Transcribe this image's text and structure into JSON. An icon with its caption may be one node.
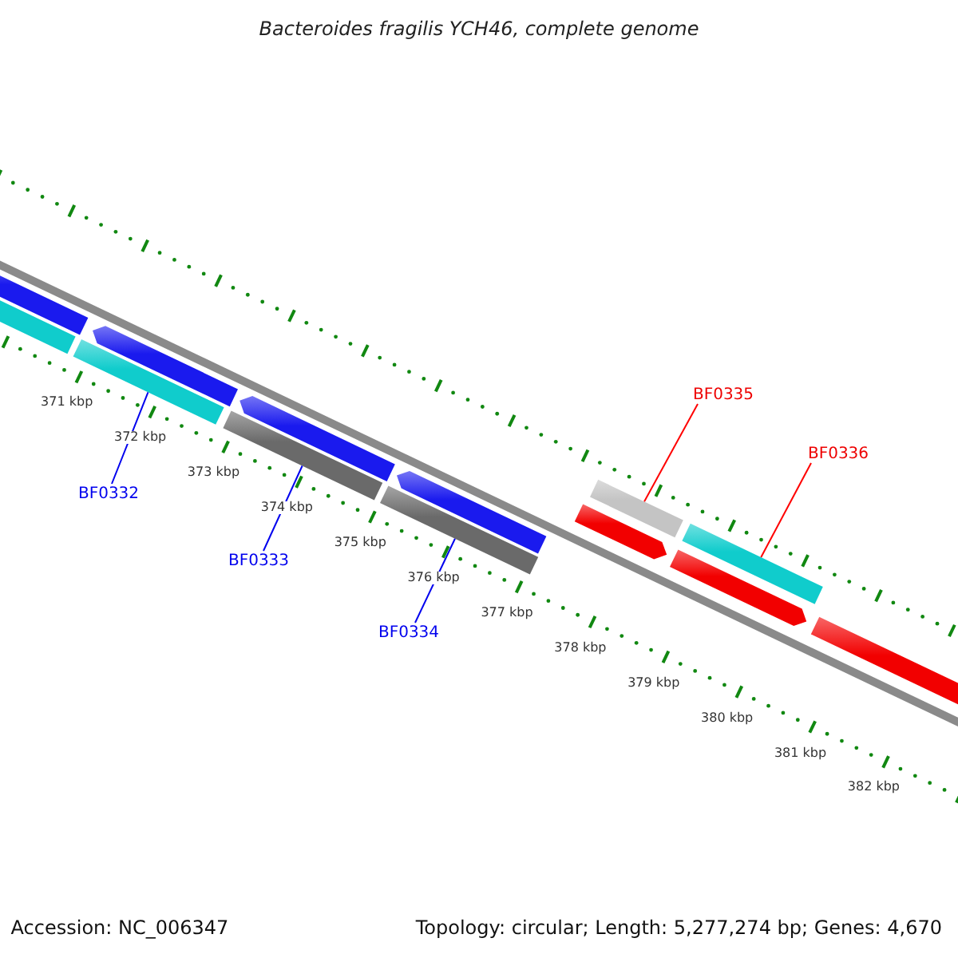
{
  "diagram": {
    "title": "Bacteroides fragilis YCH46, complete genome",
    "nodes": [
      {
        "text": [
          "BF0332"
        ]
      },
      {
        "text": [
          "BF0333"
        ]
      },
      {
        "text": [
          "BF0334"
        ]
      },
      {
        "text": [
          "BF0335"
        ]
      },
      {
        "text": [
          "BF0336"
        ]
      },
      {
        "text": [],
        "shape": "bar"
      },
      {
        "text": [],
        "shape": "bar"
      },
      {
        "text": [],
        "shape": "bar"
      },
      {
        "text": [],
        "shape": "bar"
      },
      {
        "text": [],
        "shape": "bar"
      },
      {
        "text": [],
        "shape": "bar"
      },
      {
        "text": [],
        "shape": "bar"
      },
      {
        "text": [],
        "shape": "bar"
      },
      {
        "text": [],
        "shape": "bar"
      },
      {
        "text": [],
        "shape": "bar"
      },
      {
        "text": [],
        "shape": "bar"
      },
      {
        "text": [],
        "shape": "bar"
      },
      {
        "text": [],
        "shape": "bar"
      }
    ],
    "edges": [
      {
        "from": 0,
        "to": 8,
        "arrow": "none"
      },
      {
        "from": 1,
        "to": 10,
        "arrow": "none"
      },
      {
        "from": 2,
        "to": 12,
        "arrow": "none"
      },
      {
        "from": 3,
        "to": 13,
        "arrow": "none",
        "color": "#ff0000"
      },
      {
        "from": 4,
        "to": 15,
        "arrow": "none",
        "color": "#ff0000"
      }
    ],
    "labels": [
      "371 kbp",
      "372 kbp",
      "373 kbp",
      "374 kbp",
      "375 kbp",
      "376 kbp",
      "377 kbp",
      "378 kbp",
      "379 kbp",
      "380 kbp",
      "381 kbp",
      "382 kbp",
      "Accession: NC_006347",
      "Topology: circular; Length: 5,277,274 bp; Genes: 4,670"
    ]
  }
}
